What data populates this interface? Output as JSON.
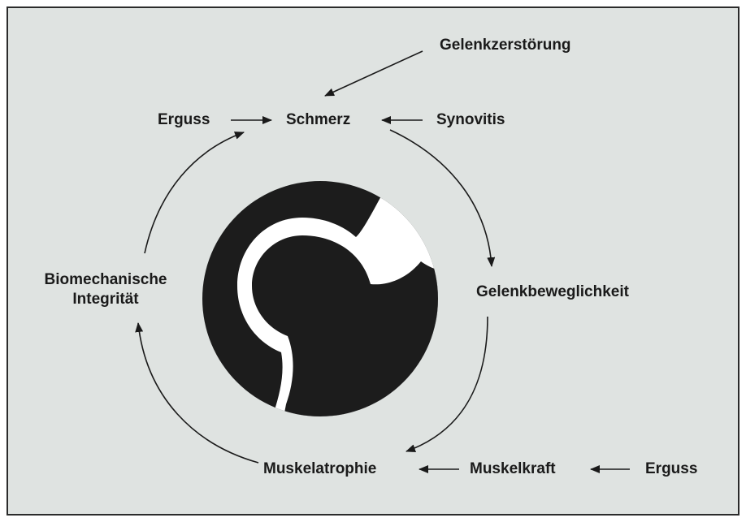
{
  "labels": {
    "gelenkzerstoerung": "Gelenkzerstörung",
    "erguss_top": "Erguss",
    "schmerz": "Schmerz",
    "synovitis": "Synovitis",
    "gelenkbeweglichkeit": "Gelenkbeweglichkeit",
    "biomechanische_line1": "Biomechanische",
    "biomechanische_line2": "Integrität",
    "muskelatrophie": "Muskelatrophie",
    "muskelkraft": "Muskelkraft",
    "erguss_bottom": "Erguss"
  },
  "colors": {
    "background": "#dfe3e1",
    "ink": "#1a1a1a",
    "joint_dark": "#1c1c1c",
    "joint_light": "#ffffff"
  }
}
